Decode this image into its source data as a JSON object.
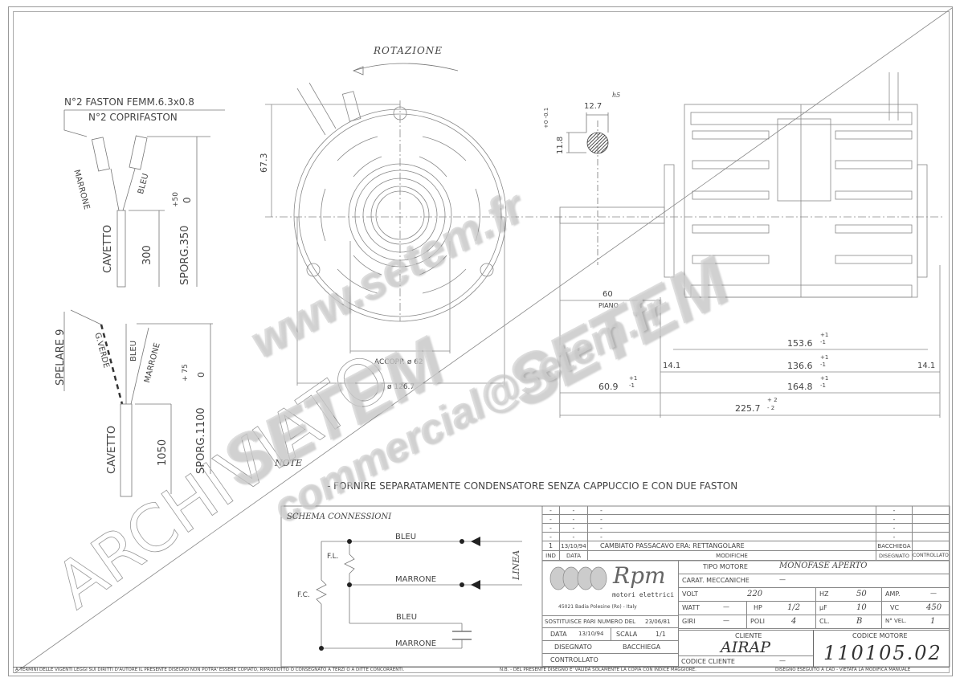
{
  "drawing": {
    "rotation_label": "ROTAZIONE",
    "faston_label": "N°2 FASTON FEMM.6.3x0.8",
    "coprifaston_label": "N°2 COPRIFASTON",
    "wire_top": {
      "left": "MARRONE",
      "right": "BLEU",
      "cable": "CAVETTO",
      "length": "300",
      "sporg": "SPORG.350",
      "tol_plus": "+50",
      "tol_minus": "0"
    },
    "wire_bottom": {
      "strip": "SPELARE 9",
      "ground": "G.VERDE",
      "blue": "BLEU",
      "brown": "MARRONE",
      "cable": "CAVETTO",
      "length": "1050",
      "sporg": "SPORG.1100",
      "tol_plus": "+ 75",
      "tol_minus": "0"
    },
    "dims": {
      "height_67": "67.3",
      "shaft_dia": "12.7",
      "shaft_fit": "h5",
      "shaft_flat": "11.8",
      "shaft_flat_tol": "+0 -0.1",
      "accopp": "ACCOPP. ø 62",
      "outer_dia": "ø 126.7",
      "piano_val": "60",
      "piano_label": "PIANO",
      "d153": "153.6",
      "d136": "136.6",
      "d14a": "14.1",
      "d14b": "14.1",
      "d60_9": "60.9",
      "d164": "164.8",
      "d225": "225.7",
      "tol_1p": "+1",
      "tol_1m": "-1",
      "tol_2p": "+ 2",
      "tol_2m": "- 2"
    },
    "archiviato": "ARCHIVIATO",
    "note_label": "NOTE",
    "note_text": "- FORNIRE SEPARATAMENTE CONDENSATORE SENZA CAPPUCCIO E CON DUE FASTON"
  },
  "watermark": {
    "url": "www.setem.fr",
    "brand1": "SETEM",
    "brand2": "SETEM",
    "email": "commercial@setem.fr"
  },
  "schema": {
    "title": "SCHEMA CONNESSIONI",
    "bleu1": "BLEU",
    "marrone1": "MARRONE",
    "bleu2": "BLEU",
    "marrone2": "MARRONE",
    "fl": "F.L.",
    "fc": "F.C.",
    "linea": "LINEA"
  },
  "revisions": {
    "rows": [
      {
        "ind": "-",
        "data": "-",
        "mod": "-",
        "dis": "-",
        "ctrl": ""
      },
      {
        "ind": "-",
        "data": "-",
        "mod": "-",
        "dis": "-",
        "ctrl": ""
      },
      {
        "ind": "-",
        "data": "-",
        "mod": "-",
        "dis": "-",
        "ctrl": ""
      },
      {
        "ind": "-",
        "data": "-",
        "mod": "-",
        "dis": "-",
        "ctrl": ""
      },
      {
        "ind": "1",
        "data": "13/10/94",
        "mod": "CAMBIATO PASSACAVO ERA: RETTANGOLARE",
        "dis": "BACCHIEGA",
        "ctrl": ""
      }
    ],
    "headers": {
      "ind": "IND",
      "data": "DATA",
      "mod": "MODIFICHE",
      "dis": "DISEGNATO",
      "ctrl": "CONTROLLATO"
    }
  },
  "company": {
    "logo_text": "Rpm",
    "subtitle": "motori elettrici",
    "address": "45021 Badia Polesine (Ro) - Italy"
  },
  "specs": {
    "tipo_label": "TIPO MOTORE",
    "tipo_value": "MONOFASE APERTO",
    "carat_label": "CARAT. MECCANICHE",
    "carat_value": "—",
    "volt_label": "VOLT",
    "volt_value": "220",
    "hz_label": "HZ",
    "hz_value": "50",
    "amp_label": "AMP.",
    "amp_value": "—",
    "watt_label": "WATT",
    "watt_value": "—",
    "hp_label": "HP",
    "hp_value": "1/2",
    "uf_label": "µF",
    "uf_value": "10",
    "vc_label": "VC",
    "vc_value": "450",
    "giri_label": "GIRI",
    "giri_value": "—",
    "poli_label": "POLI",
    "poli_value": "4",
    "cl_label": "CL.",
    "cl_value": "B",
    "vel_label": "N° VEL.",
    "vel_value": "1"
  },
  "titleblock": {
    "sost_label": "SOSTITUISCE PARI NUMERO DEL",
    "sost_value": "23/06/81",
    "data_label": "DATA",
    "data_value": "13/10/94",
    "scala_label": "SCALA",
    "scala_value": "1/1",
    "disegnato_label": "DISEGNATO",
    "disegnato_value": "BACCHIEGA",
    "controllato_label": "CONTROLLATO",
    "cliente_label": "CLIENTE",
    "cliente_value": "AIRAP",
    "codice_cliente_label": "CODICE CLIENTE",
    "codice_cliente_value": "—",
    "codice_motore_label": "CODICE MOTORE",
    "codice_motore_value": "110105.02"
  },
  "footer": {
    "copyright": "A TERMINI DELLE VIGENTI LEGGI SUI DIRITTI D'AUTORE IL PRESENTE DISEGNO NON POTRA' ESSERE COPIATO, RIPRODOTTO O CONSEGNATO A TERZI O A DITTE CONCORRENTI.",
    "nb": "N.B. - DEL PRESENTE DISEGNO E' VALIDA SOLAMENTE LA COPIA CON INDICE MAGGIORE.",
    "cad": "DISEGNO ESEGUITO A CAD - VIETATA LA MODIFICA MANUALE"
  }
}
